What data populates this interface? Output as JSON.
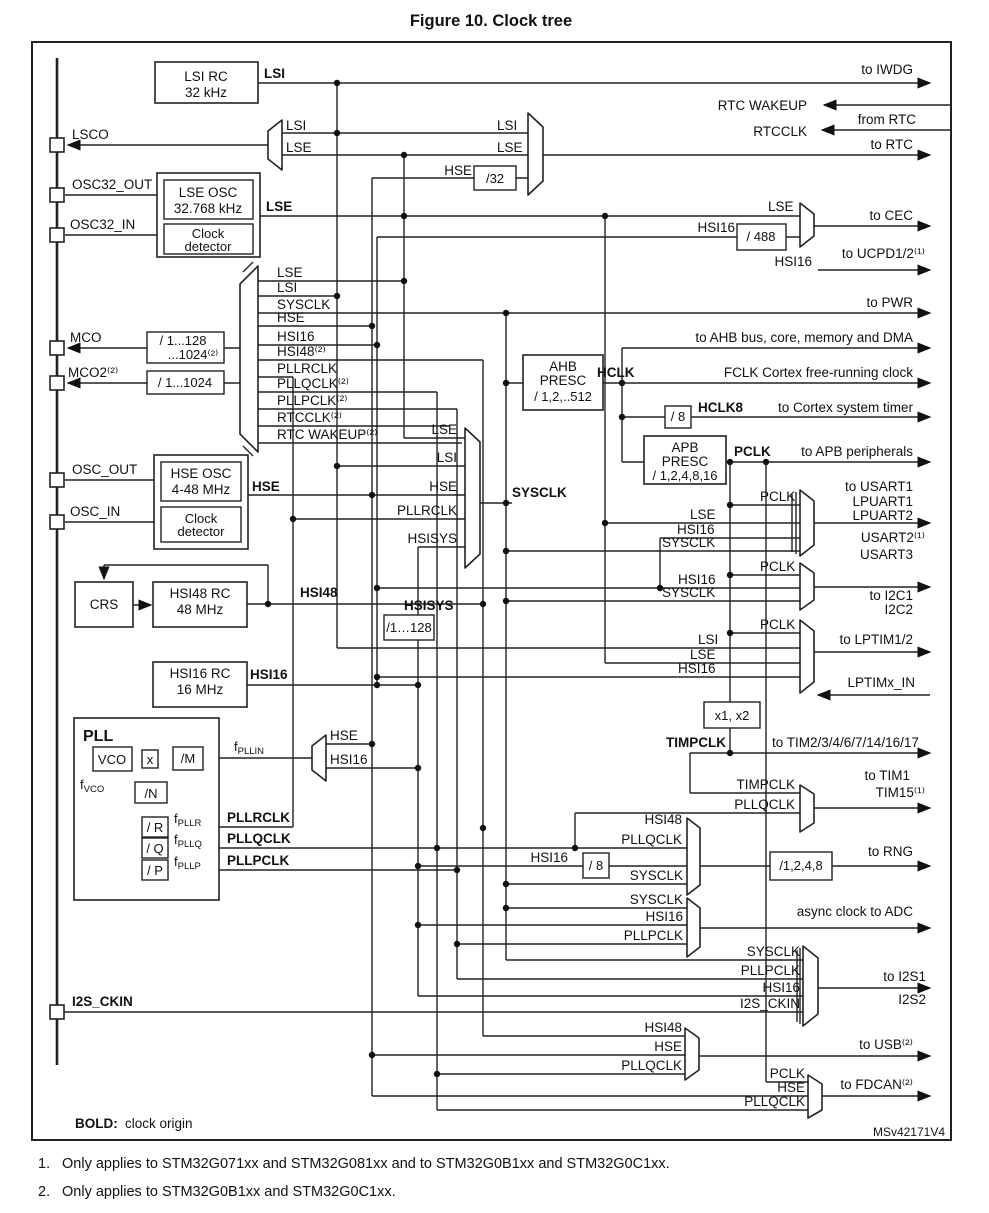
{
  "title": "Figure 10. Clock tree",
  "footer": {
    "bold_label": "BOLD:",
    "legend": "clock origin",
    "watermark": "MSv42171V4"
  },
  "footnotes": {
    "n1": "1.",
    "t1": "Only applies to STM32G071xx and STM32G081xx and to STM32G0B1xx and STM32G0C1xx.",
    "n2": "2.",
    "t2": "Only applies to STM32G0B1xx and STM32G0C1xx."
  },
  "pins": {
    "lsco": "LSCO",
    "osc32_out": "OSC32_OUT",
    "osc32_in": "OSC32_IN",
    "mco": "MCO",
    "mco2": "MCO2⁽²⁾",
    "osc_out": "OSC_OUT",
    "osc_in": "OSC_IN",
    "i2s_ckin": "I2S_CKIN"
  },
  "sources": {
    "lsi_rc": [
      "LSI RC",
      "32 kHz"
    ],
    "lse_osc": [
      "LSE OSC",
      "32.768 kHz"
    ],
    "det1": [
      "Clock",
      "detector"
    ],
    "hse_osc": [
      "HSE OSC",
      "4-48 MHz"
    ],
    "det2": [
      "Clock",
      "detector"
    ],
    "crs": "CRS",
    "hsi48_rc": [
      "HSI48 RC",
      "48 MHz"
    ],
    "hsi16_rc": [
      "HSI16 RC",
      "16 MHz"
    ]
  },
  "origins": {
    "lsi": "LSI",
    "lse": "LSE",
    "hse": "HSE",
    "hsi48": "HSI48",
    "hsi16": "HSI16",
    "hsisys": "HSISYS",
    "sysclk": "SYSCLK",
    "hclk": "HCLK",
    "hclk8": "HCLK8",
    "pclk": "PCLK",
    "timpclk": "TIMPCLK",
    "pllrclk": "PLLRCLK",
    "pllqclk": "PLLQCLK",
    "pllpclk": "PLLPCLK"
  },
  "dividers": {
    "d32": "/32",
    "d488": "/ 488",
    "mco1a": "/ 1...128",
    "mco1b": "...1024⁽²⁾",
    "mco2": "/ 1...1024",
    "ahb": [
      "AHB",
      "PRESC",
      "/ 1,2,..512"
    ],
    "d8": "/ 8",
    "apb": [
      "APB",
      "PRESC",
      "/ 1,2,4,8,16"
    ],
    "hsisys": "/1…128",
    "rng8": "/ 8",
    "rng": "/1,2,4,8",
    "x1x2": "x1, x2"
  },
  "mux": {
    "lsco": {
      "in": [
        "LSI",
        "LSE"
      ]
    },
    "rtc": {
      "in": [
        "LSI",
        "LSE",
        "HSE"
      ]
    },
    "sysclk": {
      "in": [
        "LSE",
        "LSI",
        "HSE",
        "PLLRCLK",
        "HSISYS"
      ]
    },
    "cec": {
      "in": [
        "LSE",
        "HSI16"
      ]
    },
    "usart": {
      "in": [
        "PCLK",
        "LSE",
        "HSI16",
        "SYSCLK"
      ]
    },
    "i2c": {
      "in": [
        "PCLK",
        "HSI16",
        "SYSCLK"
      ]
    },
    "lptim": {
      "in": [
        "PCLK",
        "LSI",
        "LSE",
        "HSI16"
      ]
    },
    "tim1": {
      "in": [
        "TIMPCLK",
        "PLLQCLK"
      ]
    },
    "rng": {
      "in": [
        "HSI48",
        "PLLQCLK",
        "HSI16",
        "SYSCLK"
      ]
    },
    "adc": {
      "in": [
        "SYSCLK",
        "HSI16",
        "PLLPCLK"
      ]
    },
    "i2s": {
      "in": [
        "SYSCLK",
        "PLLPCLK",
        "HSI16",
        "I2S_CKIN"
      ]
    },
    "usb": {
      "in": [
        "HSI48",
        "HSE",
        "PLLQCLK"
      ]
    },
    "fdcan": {
      "in": [
        "PCLK",
        "HSE",
        "PLLQCLK"
      ]
    },
    "pll": {
      "in": [
        "HSE",
        "HSI16"
      ]
    }
  },
  "outputs": {
    "iwdg": "to IWDG",
    "rtc_wakeup": "RTC WAKEUP",
    "from_rtc": "from RTC",
    "rtcclk": "RTCCLK",
    "rtc": "to RTC",
    "cec": "to CEC",
    "ucpd": "to UCPD1/2⁽¹⁾",
    "ucpd_src": "HSI16",
    "pwr": "to PWR",
    "ahb_bus": "to AHB bus, core, memory and DMA",
    "fclk": "FCLK Cortex free-running clock",
    "cortex_timer": "to Cortex system timer",
    "apb": "to APB peripherals",
    "usart": [
      "to USART1",
      "LPUART1",
      "LPUART2",
      "USART2⁽¹⁾",
      "USART3"
    ],
    "i2c": [
      "to I2C1",
      "I2C2"
    ],
    "lptim": "to LPTIM1/2",
    "lptim_in": "LPTIMx_IN",
    "tim": "to TIM2/3/4/6/7/14/16/17",
    "tim1": [
      "to TIM1",
      "TIM15⁽¹⁾"
    ],
    "rng": "to RNG",
    "adc": "async clock to ADC",
    "i2s": [
      "to I2S1",
      "I2S2"
    ],
    "usb": "to USB⁽²⁾",
    "fdcan": "to FDCAN⁽²⁾"
  },
  "pll": {
    "title": "PLL",
    "vco": "VCO",
    "x": "x",
    "m": "/M",
    "n": "/N",
    "r": "/ R",
    "q": "/ Q",
    "p": "/ P",
    "f": "f",
    "f_pllin": "PLLIN",
    "f_vco": "VCO",
    "f_pllr": "PLLR",
    "f_pllq": "PLLQ",
    "f_pllp": "PLLP"
  }
}
